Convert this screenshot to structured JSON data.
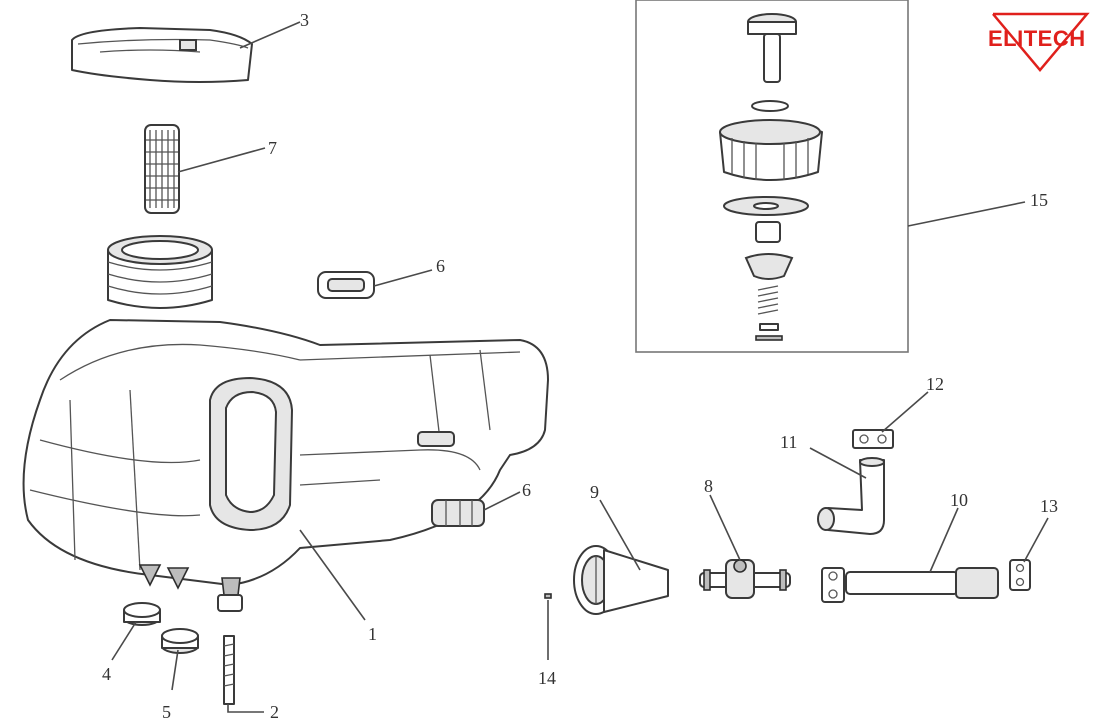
{
  "brand": {
    "logo_text": "ELITECH",
    "logo_color": "#e0201c"
  },
  "callouts": {
    "c1": "1",
    "c2": "2",
    "c3": "3",
    "c4": "4",
    "c5": "5",
    "c6a": "6",
    "c6b": "6",
    "c7": "7",
    "c8": "8",
    "c9": "9",
    "c10": "10",
    "c11": "11",
    "c12": "12",
    "c13": "13",
    "c14": "14",
    "c15": "15"
  }
}
